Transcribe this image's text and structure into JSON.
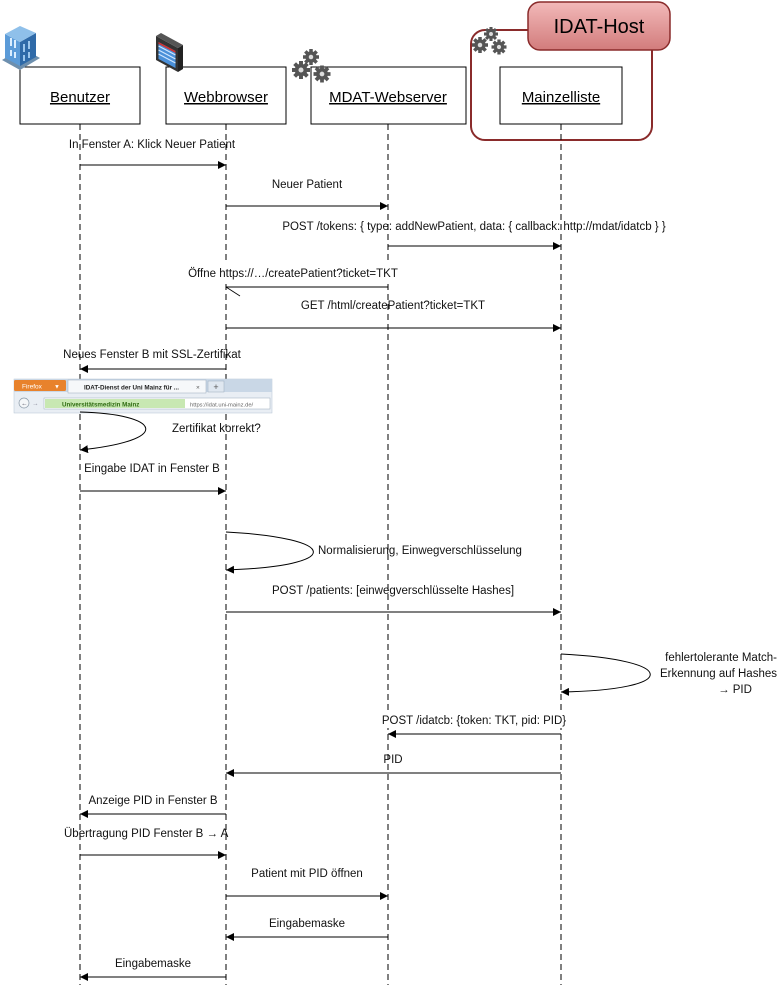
{
  "host_label": "IDAT-Host",
  "actors": [
    {
      "id": "benutzer",
      "label": "Benutzer",
      "icon": "building-icon"
    },
    {
      "id": "webbrowser",
      "label": "Webbrowser",
      "icon": "browser-window-icon"
    },
    {
      "id": "mdat",
      "label": "MDAT-Webserver",
      "icon": "gears-icon"
    },
    {
      "id": "mainzelliste",
      "label": "Mainzelliste",
      "icon": "gears-icon"
    }
  ],
  "messages": [
    {
      "from": 0,
      "to": 1,
      "text": "In Fenster A: Klick Neuer Patient"
    },
    {
      "from": 1,
      "to": 2,
      "text": "Neuer Patient"
    },
    {
      "from": 2,
      "to": 3,
      "text": "POST /tokens: { type: addNewPatient, data: { callback: http://mdat/idatcb } }"
    },
    {
      "from": 2,
      "to": 1,
      "text": "Öffne https://…/createPatient?ticket=TKT"
    },
    {
      "from": 1,
      "to": 3,
      "text": "GET /html/createPatient?ticket=TKT"
    },
    {
      "from": 1,
      "to": 0,
      "text": "Neues Fenster B mit SSL-Zertifikat"
    },
    {
      "self": 0,
      "text": "Zertifikat korrekt?"
    },
    {
      "from": 0,
      "to": 1,
      "text": "Eingabe IDAT in Fenster B"
    },
    {
      "self": 1,
      "text": "Normalisierung, Einwegverschlüsselung"
    },
    {
      "from": 1,
      "to": 3,
      "text": "POST /patients: [einwegverschlüsselte Hashes]"
    },
    {
      "self": 3,
      "text_lines": [
        "fehlertolerante Match-",
        "Erkennung auf Hashes",
        "→ PID"
      ]
    },
    {
      "from": 3,
      "to": 2,
      "text": "POST /idatcb: {token: TKT, pid: PID}"
    },
    {
      "from": 3,
      "to": 1,
      "text": "PID"
    },
    {
      "from": 1,
      "to": 0,
      "text": "Anzeige PID in Fenster B"
    },
    {
      "from": 0,
      "to": 1,
      "text": "Übertragung PID Fenster B → A"
    },
    {
      "from": 1,
      "to": 2,
      "text": "Patient mit PID öffnen"
    },
    {
      "from": 2,
      "to": 1,
      "text": "Eingabemaske"
    },
    {
      "from": 1,
      "to": 0,
      "text": "Eingabemaske"
    }
  ],
  "browser_screenshot": {
    "app_button": "Firefox",
    "tab_title": "IDAT-Dienst der Uni Mainz für ...",
    "new_tab": "+",
    "identity": "Universitätsmedizin Mainz",
    "url": "https://idat.uni-mainz.de/"
  }
}
